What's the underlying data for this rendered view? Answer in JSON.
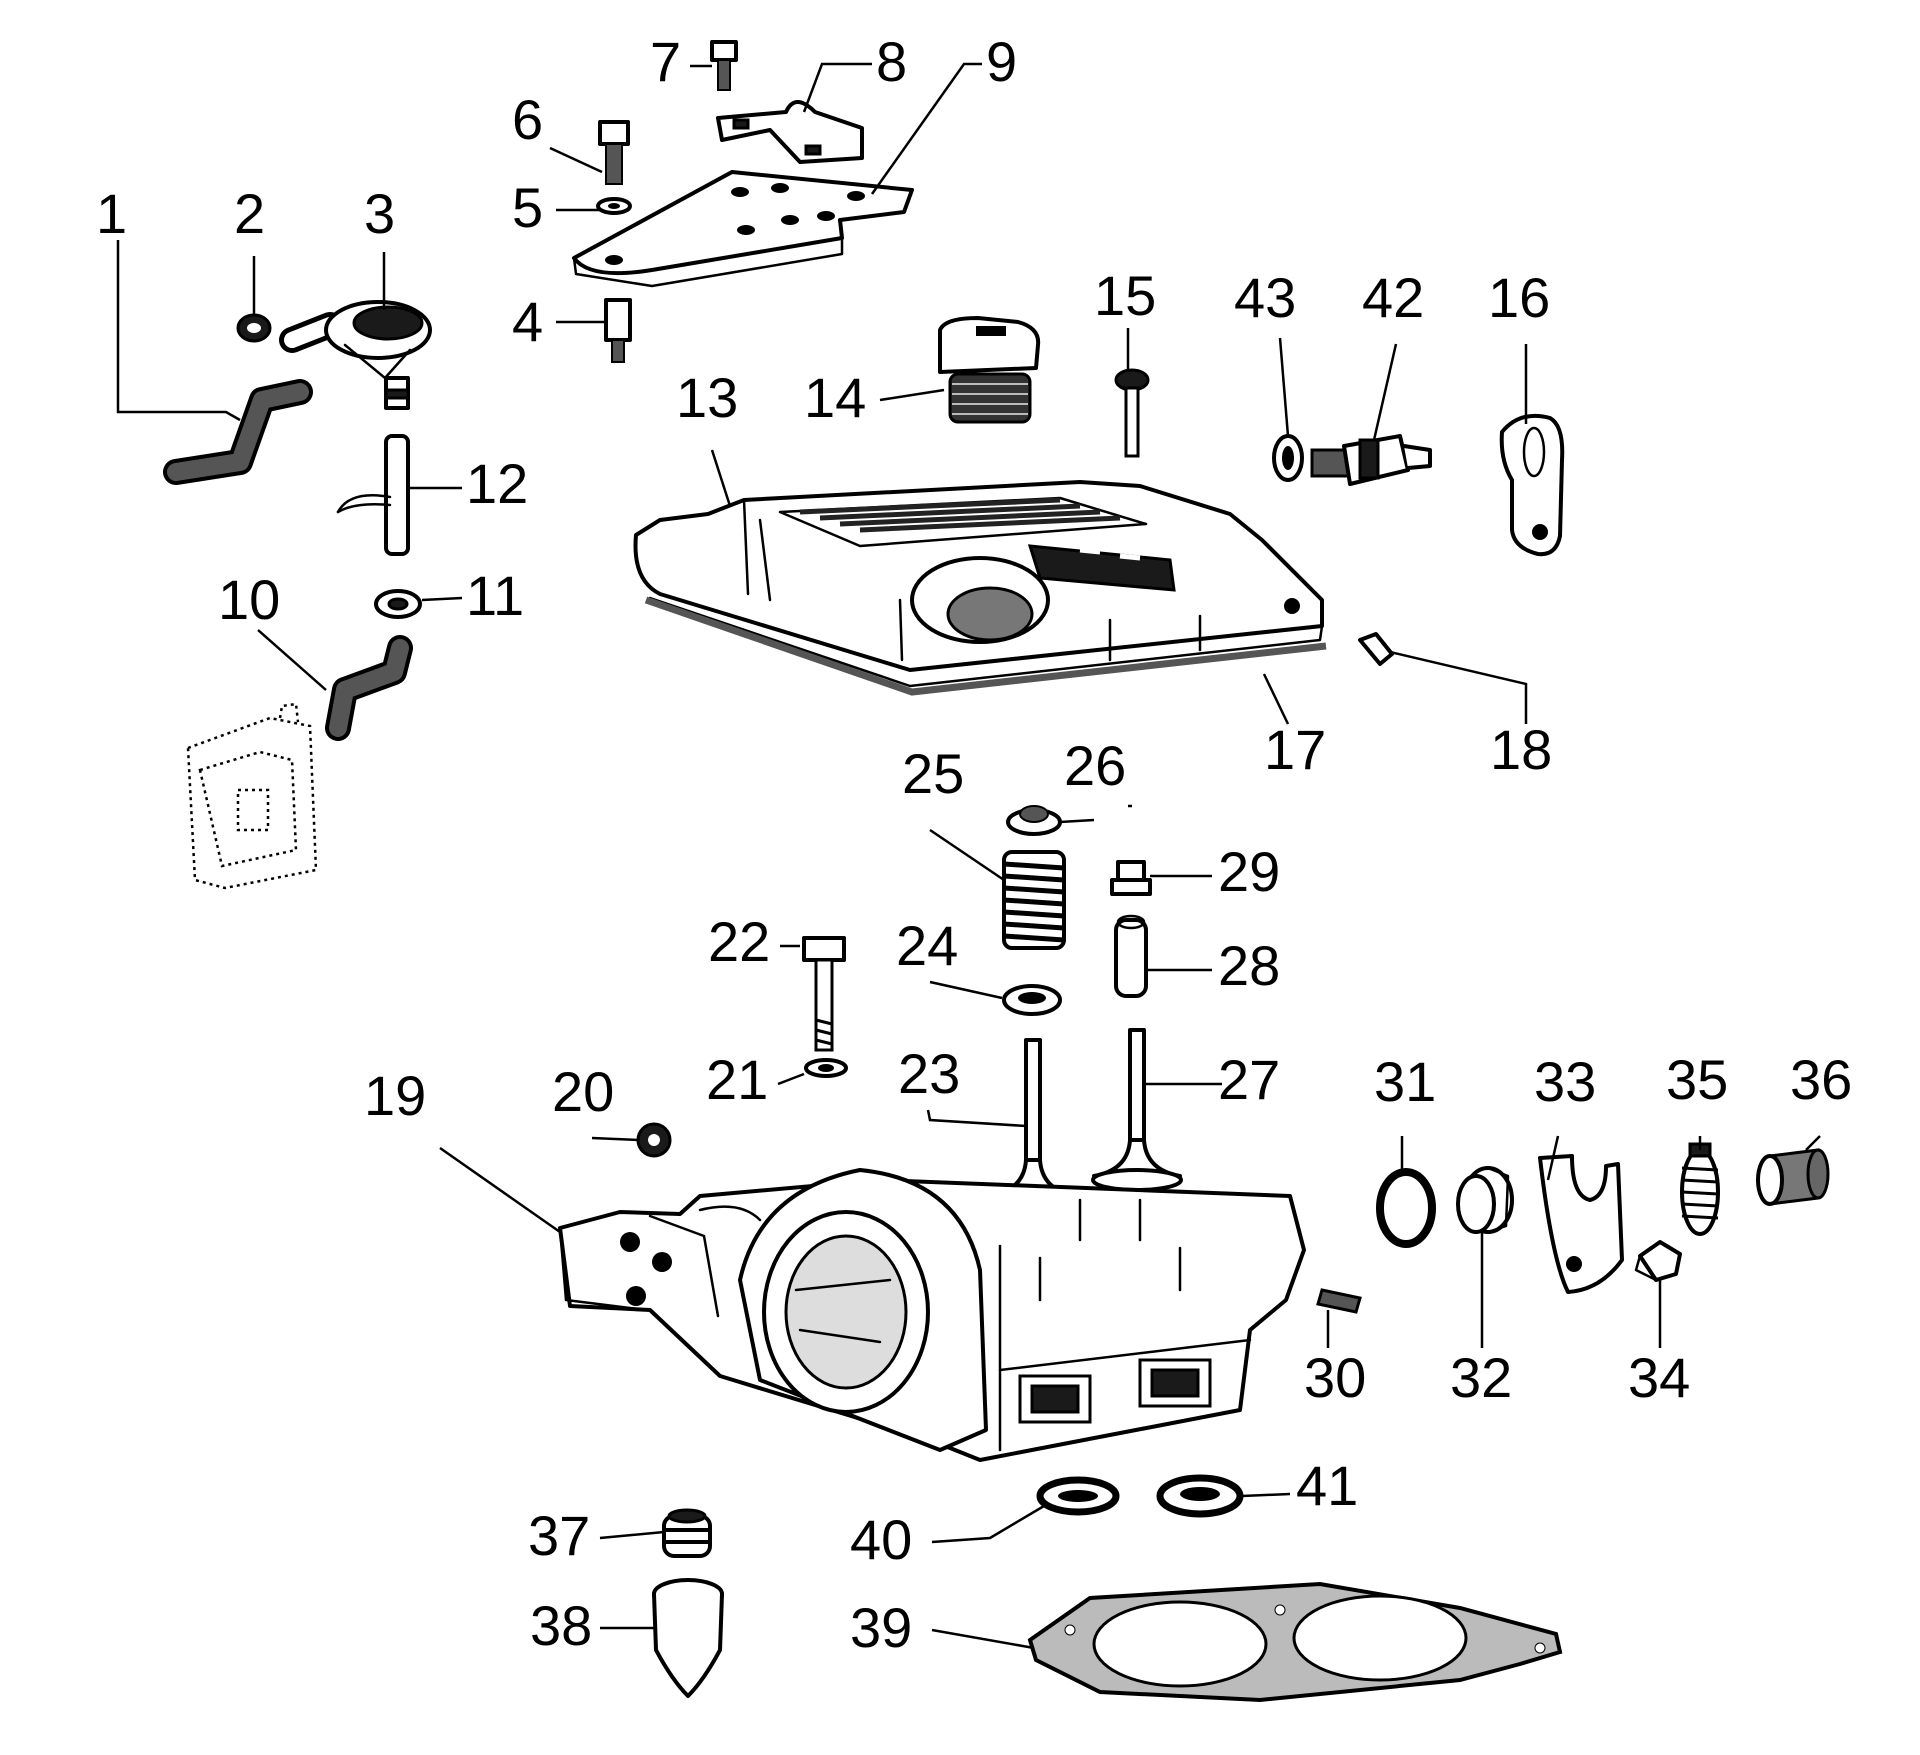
{
  "callouts": {
    "p1": "1",
    "p2": "2",
    "p3": "3",
    "p4": "4",
    "p5": "5",
    "p6": "6",
    "p7": "7",
    "p8": "8",
    "p9": "9",
    "p10": "10",
    "p11": "11",
    "p12": "12",
    "p13": "13",
    "p14": "14",
    "p15": "15",
    "p16": "16",
    "p17": "17",
    "p18": "18",
    "p19": "19",
    "p20": "20",
    "p21": "21",
    "p22": "22",
    "p23": "23",
    "p24": "24",
    "p25": "25",
    "p26": "26",
    "p27": "27",
    "p28": "28",
    "p29": "29",
    "p30": "30",
    "p31": "31",
    "p32": "32",
    "p33": "33",
    "p34": "34",
    "p35": "35",
    "p36": "36",
    "p37": "37",
    "p38": "38",
    "p39": "39",
    "p40": "40",
    "p41": "41",
    "p42": "42",
    "p43": "43"
  }
}
